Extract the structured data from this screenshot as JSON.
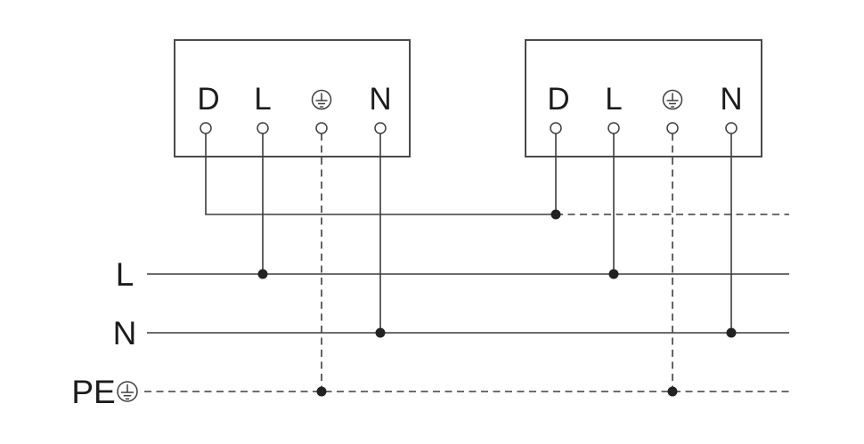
{
  "colors": {
    "line": "#3d3d3d",
    "text": "#1c1c1c",
    "background": "#ffffff"
  },
  "devices": [
    {
      "name": "device-1",
      "terminals": {
        "d": "D",
        "l": "L",
        "earth_icon": "protective-earth-icon",
        "n": "N"
      }
    },
    {
      "name": "device-2",
      "terminals": {
        "d": "D",
        "l": "L",
        "earth_icon": "protective-earth-icon",
        "n": "N"
      }
    }
  ],
  "bus_lines": {
    "l": {
      "label": "L",
      "style": "solid"
    },
    "n": {
      "label": "N",
      "style": "solid"
    },
    "pe": {
      "label": "PE",
      "style": "dashed",
      "icon": "protective-earth-icon"
    }
  }
}
